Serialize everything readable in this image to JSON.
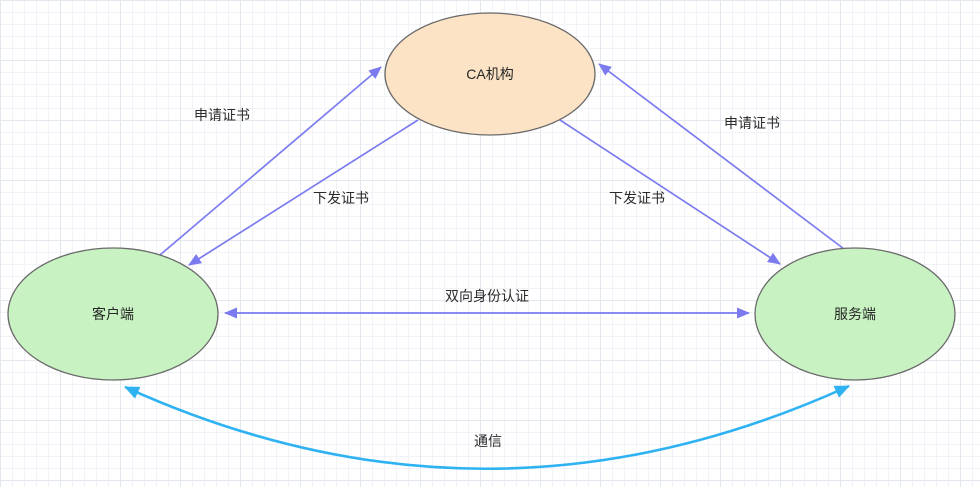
{
  "diagram": {
    "nodes": {
      "ca": {
        "label": "CA机构",
        "fill": "#fce3c5",
        "stroke": "#6b6b6b"
      },
      "client": {
        "label": "客户端",
        "fill": "#c8f2c2",
        "stroke": "#6b6b6b"
      },
      "server": {
        "label": "服务端",
        "fill": "#c8f2c2",
        "stroke": "#6b6b6b"
      }
    },
    "edges": {
      "apply_left": {
        "label": "申请证书",
        "from": "client",
        "to": "ca",
        "bidirectional": false,
        "color": "#7b7bef"
      },
      "issue_left": {
        "label": "下发证书",
        "from": "ca",
        "to": "client",
        "bidirectional": false,
        "color": "#7b7bef"
      },
      "apply_right": {
        "label": "申请证书",
        "from": "server",
        "to": "ca",
        "bidirectional": false,
        "color": "#7b7bef"
      },
      "issue_right": {
        "label": "下发证书",
        "from": "ca",
        "to": "server",
        "bidirectional": false,
        "color": "#7b7bef"
      },
      "mutual_auth": {
        "label": "双向身份认证",
        "from": "client",
        "to": "server",
        "bidirectional": true,
        "color": "#7b7bef"
      },
      "communication": {
        "label": "通信",
        "from": "client",
        "to": "server",
        "bidirectional": true,
        "color": "#2fb2f2"
      }
    },
    "colors": {
      "background": "#ffffff",
      "grid_minor": "#f1f3f8",
      "grid_major": "#e3e7ee",
      "edge_purple": "#7b7bef",
      "edge_blue": "#2fb2f2",
      "node_stroke": "#6b6b6b",
      "label_text": "#2b2b2b"
    }
  }
}
